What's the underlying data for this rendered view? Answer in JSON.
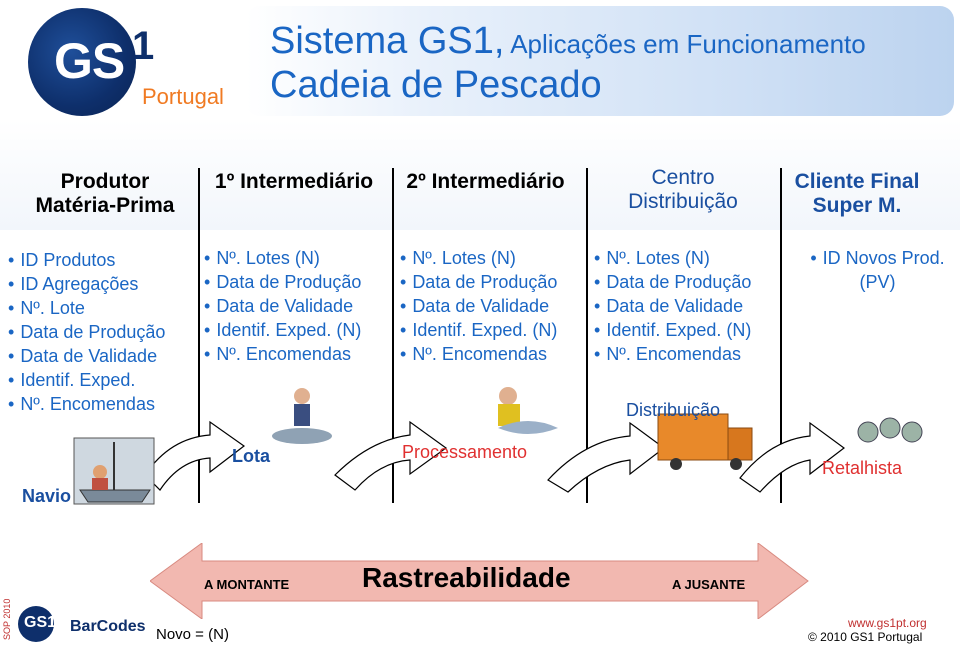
{
  "logo": {
    "brand": "GS1",
    "sub": "Portugal"
  },
  "title": {
    "line1_main": "Sistema GS1,",
    "line1_sub": " Aplicações em Funcionamento",
    "line2": "Cadeia de Pescado"
  },
  "columns": [
    {
      "header": "Produtor\nMatéria-Prima",
      "items": [
        "ID Produtos",
        "ID Agregações",
        "Nº. Lote",
        "Data de Produção",
        "Data de Validade",
        "Identif. Exped.",
        "Nº. Encomendas"
      ]
    },
    {
      "header": "1º Intermediário",
      "items": [
        "Nº. Lotes (N)",
        "Data de Produção",
        "Data de Validade",
        "Identif. Exped. (N)",
        "Nº. Encomendas"
      ]
    },
    {
      "header": "2º Intermediário",
      "items": [
        "Nº. Lotes (N)",
        "Data de Produção",
        "Data de Validade",
        "Identif. Exped. (N)",
        "Nº. Encomendas"
      ]
    },
    {
      "header": "Centro\nDistribuição",
      "items": [
        "Nº. Lotes (N)",
        "Data de Produção",
        "Data de Validade",
        "Identif. Exped. (N)",
        "Nº. Encomendas"
      ]
    },
    {
      "header": "Cliente Final\nSuper M.",
      "items": [
        "ID Novos Prod. (PV)"
      ]
    }
  ],
  "stages": {
    "navio": "Navio",
    "lota": "Lota",
    "processamento": "Processamento",
    "distribuicao": "Distribuição",
    "retalhista": "Retalhista"
  },
  "bottom": {
    "montante": "A MONTANTE",
    "rastreabilidade": "Rastreabilidade",
    "jusante": "A JUSANTE"
  },
  "footer": {
    "sop": "SOP 2010",
    "barcodes": "BarCodes",
    "legend": "Novo = (N)",
    "url": "www.gs1pt.org",
    "copyright": "© 2010 GS1 Portugal"
  },
  "colors": {
    "blue": "#1a66c4",
    "navy": "#0e2f6b",
    "orange": "#f07a22",
    "red": "#c03030",
    "arrow_fill": "#f2b8b0"
  }
}
